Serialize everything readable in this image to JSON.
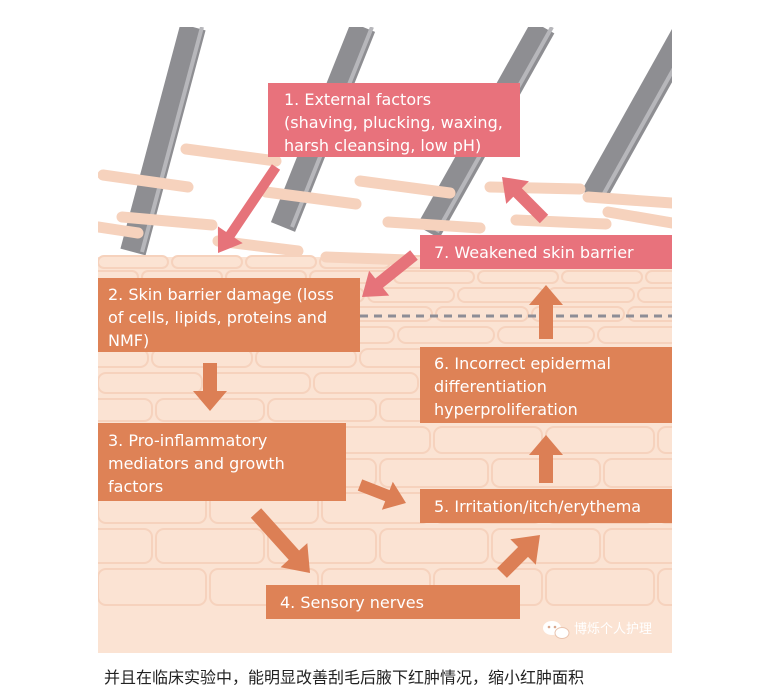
{
  "boxes": {
    "b1": {
      "lines": [
        "1. External factors",
        "(shaving, plucking, waxing,",
        "harsh cleansing, low pH)"
      ],
      "color": "#e8727c"
    },
    "b2": {
      "lines": [
        "2. Skin barrier damage (loss",
        "of cells, lipids, proteins and",
        "NMF)"
      ],
      "color": "#de8256"
    },
    "b3": {
      "lines": [
        "3. Pro-inflammatory",
        "mediators and growth",
        "factors"
      ],
      "color": "#de8256"
    },
    "b4": {
      "lines": [
        "4. Sensory nerves"
      ],
      "color": "#de8256"
    },
    "b5": {
      "lines": [
        "5. Irritation/itch/erythema"
      ],
      "color": "#de8256"
    },
    "b6": {
      "lines": [
        "6. Incorrect epidermal",
        "differentiation",
        "hyperproliferation"
      ],
      "color": "#de8256"
    },
    "b7": {
      "lines": [
        "7. Weakened skin barrier"
      ],
      "color": "#e8727c"
    }
  },
  "colors": {
    "background": "#fbe7da",
    "brick": "#f6d2bd",
    "arrow_orange": "#dc7f55",
    "arrow_pink": "#e6737a",
    "razor": "#8e8e92"
  },
  "watermark": {
    "icon": "wechat-icon",
    "text": "博烁个人护理"
  },
  "caption": "并且在临床实验中，能明显改善刮毛后腋下红肿情况，缩小红肿面积"
}
